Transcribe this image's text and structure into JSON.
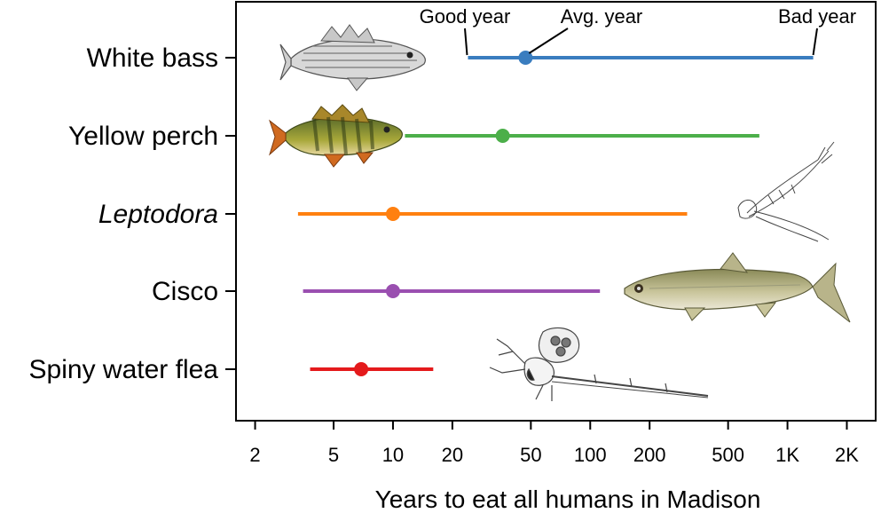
{
  "chart_data": {
    "type": "dot-range",
    "xlabel": "Years to eat all humans in Madison",
    "xscale": "log",
    "xlim": [
      1.6,
      2800
    ],
    "x_ticks": [
      2,
      5,
      10,
      20,
      50,
      100,
      200,
      500,
      1000,
      2000
    ],
    "x_tick_labels": [
      "2",
      "5",
      "10",
      "20",
      "50",
      "100",
      "200",
      "500",
      "1K",
      "2K"
    ],
    "grid": false,
    "series": [
      {
        "name": "White bass",
        "italic": false,
        "low": 24,
        "avg": 47,
        "high": 1350,
        "color": "#3a7dbf",
        "image": "white-bass-fish"
      },
      {
        "name": "Yellow perch",
        "italic": false,
        "low": 11.5,
        "avg": 36,
        "high": 720,
        "color": "#4caf4a",
        "image": "yellow-perch-fish"
      },
      {
        "name": "Leptodora",
        "italic": true,
        "low": 3.3,
        "avg": 10,
        "high": 310,
        "color": "#ff8010",
        "image": "leptodora-zooplankton"
      },
      {
        "name": "Cisco",
        "italic": false,
        "low": 3.5,
        "avg": 10,
        "high": 112,
        "color": "#9a4fb0",
        "image": "cisco-fish"
      },
      {
        "name": "Spiny water flea",
        "italic": false,
        "low": 3.8,
        "avg": 6.9,
        "high": 16,
        "color": "#e41a1c",
        "image": "spiny-water-flea"
      }
    ],
    "annotations": [
      {
        "text": "Good year",
        "target": "low"
      },
      {
        "text": "Avg. year",
        "target": "avg"
      },
      {
        "text": "Bad year",
        "target": "high"
      }
    ]
  }
}
